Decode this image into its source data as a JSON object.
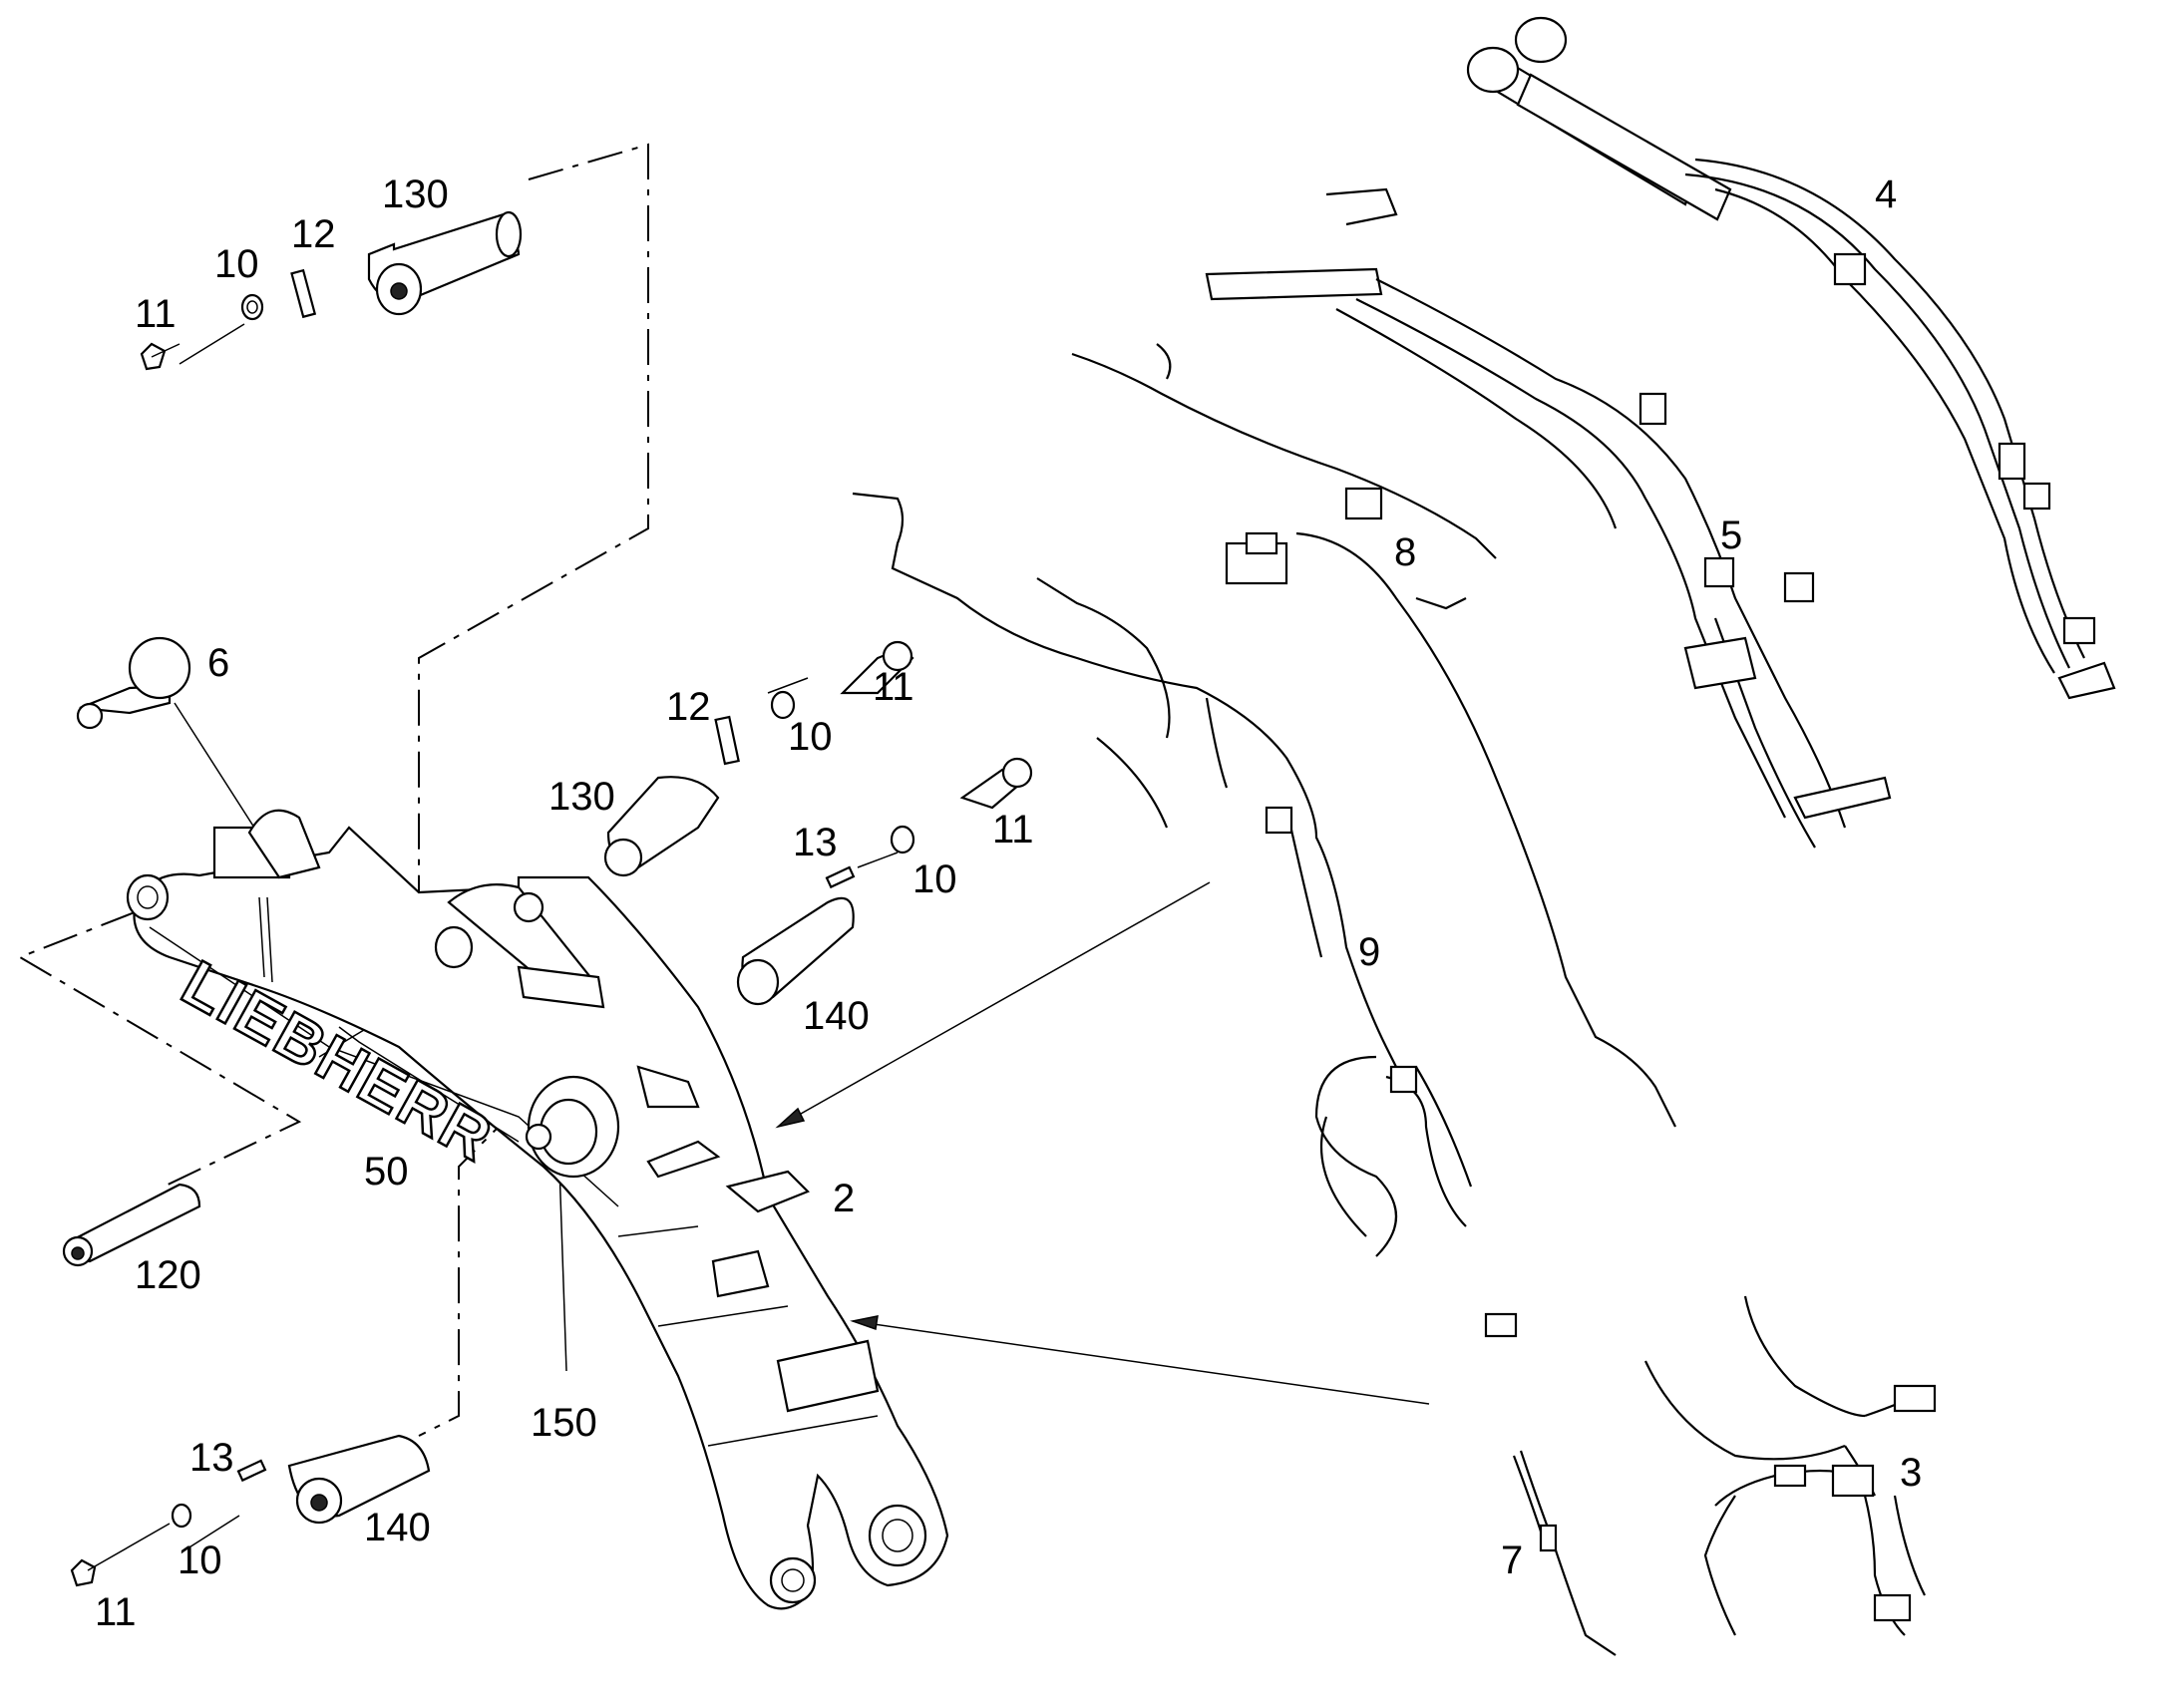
{
  "diagram": {
    "brand_label": "LIEBHERR",
    "callouts": [
      {
        "id": "c130a",
        "text": "130"
      },
      {
        "id": "c12a",
        "text": "12"
      },
      {
        "id": "c10a",
        "text": "10"
      },
      {
        "id": "c11a",
        "text": "11"
      },
      {
        "id": "c4",
        "text": "4"
      },
      {
        "id": "c5",
        "text": "5"
      },
      {
        "id": "c8",
        "text": "8"
      },
      {
        "id": "c6",
        "text": "6"
      },
      {
        "id": "c12b",
        "text": "12"
      },
      {
        "id": "c10b",
        "text": "10"
      },
      {
        "id": "c11b",
        "text": "11"
      },
      {
        "id": "c130b",
        "text": "130"
      },
      {
        "id": "c13a",
        "text": "13"
      },
      {
        "id": "c10c",
        "text": "10"
      },
      {
        "id": "c11c",
        "text": "11"
      },
      {
        "id": "c140a",
        "text": "140"
      },
      {
        "id": "c9",
        "text": "9"
      },
      {
        "id": "c50",
        "text": "50"
      },
      {
        "id": "c2",
        "text": "2"
      },
      {
        "id": "c120",
        "text": "120"
      },
      {
        "id": "c150",
        "text": "150"
      },
      {
        "id": "c13b",
        "text": "13"
      },
      {
        "id": "c140b",
        "text": "140"
      },
      {
        "id": "c10d",
        "text": "10"
      },
      {
        "id": "c11d",
        "text": "11"
      },
      {
        "id": "c3",
        "text": "3"
      },
      {
        "id": "c7",
        "text": "7"
      }
    ]
  }
}
